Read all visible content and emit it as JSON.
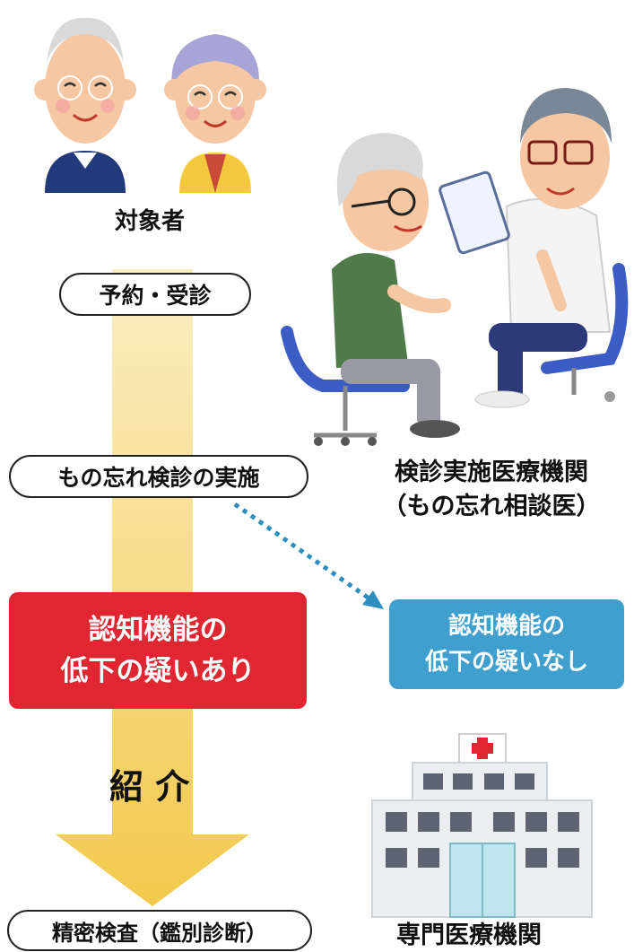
{
  "people": {
    "target_label": "対象者",
    "clinic_label_line1": "検診実施医療機関",
    "clinic_label_line2": "（もの忘れ相談医）",
    "hospital_label": "専門医療機関"
  },
  "flow": {
    "step1": "予約・受診",
    "step2": "もの忘れ検診の実施",
    "referral": "紹 介",
    "final": "精密検査（鑑別診断）"
  },
  "results": {
    "positive_line1": "認知機能の",
    "positive_line2": "低下の疑いあり",
    "negative_line1": "認知機能の",
    "negative_line2": "低下の疑いなし"
  },
  "colors": {
    "arrow": "#f7dc8a",
    "positive": "#e02630",
    "negative": "#3f9fce",
    "dotted": "#2e8ec0"
  }
}
